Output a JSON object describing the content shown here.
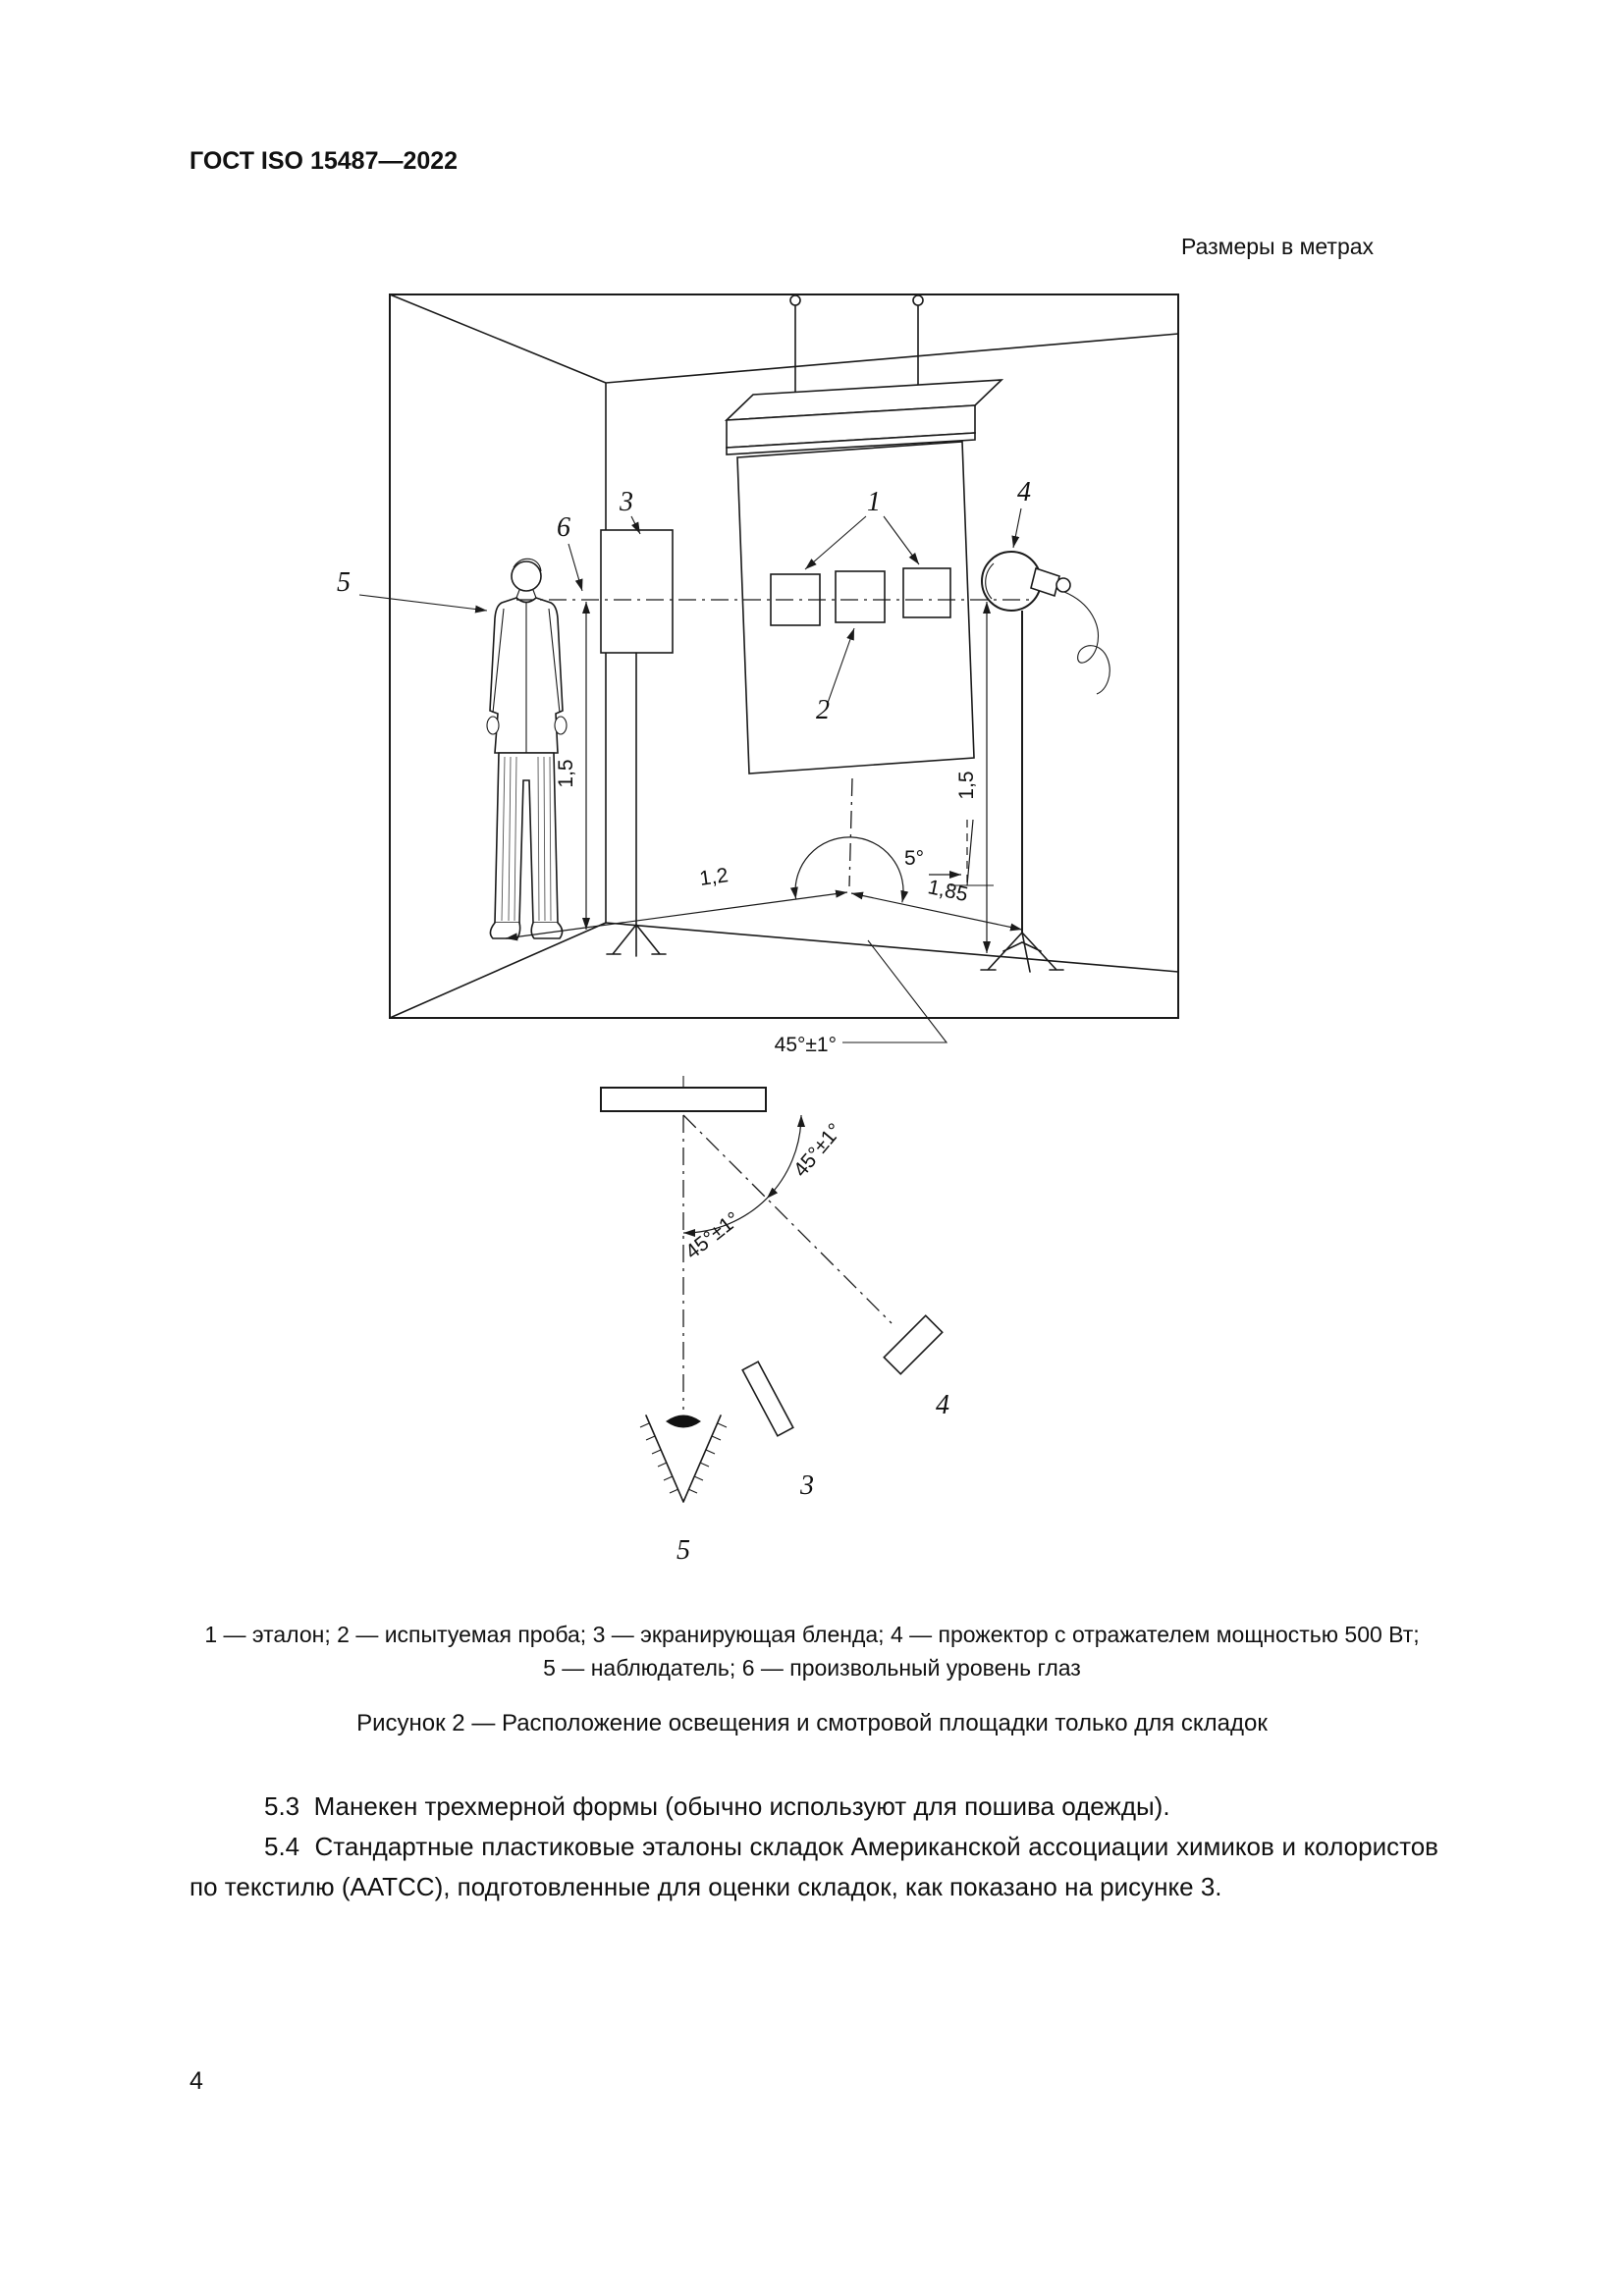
{
  "page": {
    "header": "ГОСТ ISO 15487—2022",
    "page_number": "4"
  },
  "figure": {
    "units_note": "Размеры в метрах",
    "callouts": {
      "reference": "1",
      "test_specimen": "2",
      "screen": "3",
      "projector": "4",
      "observer": "5",
      "eye_level": "6"
    },
    "plan_callouts": {
      "screen": "3",
      "projector": "4",
      "observer": "5"
    },
    "dims": {
      "eye_height": "1,5",
      "lamp_height": "1,5",
      "observer_distance": "1,2",
      "lamp_distance": "1,85",
      "tilt_angle": "5°",
      "incidence_angle": "45°±1°",
      "plan_angle_light": "45°±1°",
      "plan_angle_view": "45°±1°"
    },
    "caption_line1": "1 — эталон; 2 — испытуемая проба; 3 — экранирующая бленда; 4 — прожектор с отражателем мощностью 500 Вт;",
    "caption_line2": "5 — наблюдатель; 6 — произвольный уровень глаз",
    "title": "Рисунок 2 — Расположение освещения и смотровой площадки только для складок"
  },
  "body": {
    "para_5_3": "5.3  Манекен трехмерной формы (обычно используют для пошива одежды).",
    "para_5_4": "5.4  Стандартные пластиковые эталоны складок Американской ассоциации химиков и колористов по текстилю (ААТСС), подготовленные для оценки складок, как показано на рисунке 3."
  }
}
